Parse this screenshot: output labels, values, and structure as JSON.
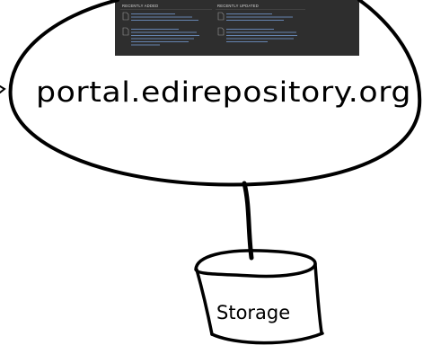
{
  "nodes": {
    "portal": {
      "label": "portal.edirepository.org"
    },
    "storage": {
      "label": "Storage"
    }
  },
  "screenshot_panel": {
    "left_heading": "RECENTLY ADDED",
    "right_heading": "RECENTLY UPDATED"
  },
  "colors": {
    "panel_background": "#2e2e2e",
    "panel_link_text": "#6f93c7",
    "stroke": "#000000"
  }
}
